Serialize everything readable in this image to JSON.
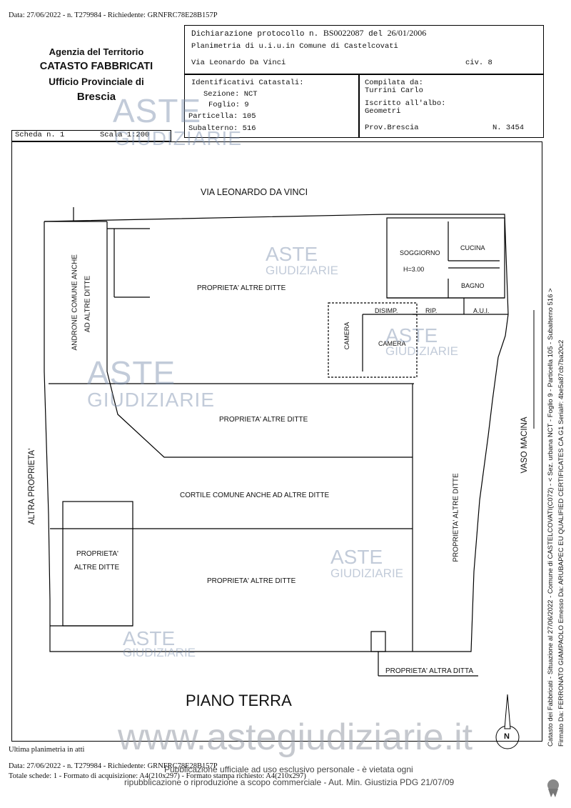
{
  "header": {
    "request_line": "Data: 27/06/2022 - n. T279984 - Richiedente: GRNFRC78E28B157P"
  },
  "agency": {
    "line1": "Agenzia del Territorio",
    "line2": "CATASTO FABBRICATI",
    "line3": "Ufficio Provinciale di",
    "line4": "Brescia"
  },
  "declaration": {
    "text": "Dichiarazione protocollo n.",
    "protocol": "BS0022087",
    "del": "del",
    "date": "26/01/2006",
    "plan": "Planimetria di u.i.u.in Comune di Castelcovati",
    "address": "Via Leonardo Da Vinci",
    "civ": "civ. 8"
  },
  "identifiers": {
    "title": "Identificativi Catastali:",
    "sezione": "Sezione: NCT",
    "foglio": "Foglio: 9",
    "particella": "Particella: 105",
    "subalterno": "Subalterno: 516"
  },
  "compiler": {
    "label": "Compilata da:",
    "name": "Turrini Carlo",
    "albo_label": "Iscritto all'albo:",
    "albo": "Geometri",
    "prov": "Prov.Brescia",
    "n": "N. 3454"
  },
  "scheda": {
    "label": "Scheda n. 1",
    "scale": "Scala 1:200"
  },
  "plan": {
    "street": "VIA LEONARDO DA VINCI",
    "androne": "ANDRONE COMUNE ANCHE",
    "androne2": "AD ALTRE DITTE",
    "prop_altre_1": "PROPRIETA' ALTRE DITTE",
    "prop_altre_2": "PROPRIETA' ALTRE DITTE",
    "cortile": "CORTILE COMUNE ANCHE AD ALTRE DITTE",
    "prop_altre_3a": "PROPRIETA'",
    "prop_altre_3b": "ALTRE DITTE",
    "prop_altre_4": "PROPRIETA' ALTRE DITTE",
    "prop_altre_right": "PROPRIETA' ALTRE DITTE",
    "prop_altra_ditta": "PROPRIETA' ALTRA DITTA",
    "altra_proprieta": "ALTRA PROPRIETA'",
    "vaso_macina": "VASO MACINA",
    "soggiorno": "SOGGIORNO",
    "h": "H=3.00",
    "cucina": "CUCINA",
    "bagno": "BAGNO",
    "disimp": "DISIMP.",
    "rip": "RIP.",
    "aui": "A.U.I.",
    "camera1": "CAMERA",
    "camera2": "CAMERA",
    "floor": "PIANO TERRA",
    "north": "N"
  },
  "watermarks": {
    "aste": "ASTE",
    "giudiziarie": "GIUDIZIARIE",
    "site": "www.astegiudiziarie.it"
  },
  "footer": {
    "last": "Ultima planimetria in atti",
    "line1": "Data: 27/06/2022 - n. T279984 - Richiedente: GRNFRC78E28B157P",
    "line2": "Totale schede: 1 - Formato di acquisizione: A4(210x297) - Formato stampa richiesto: A4(210x297)",
    "notice1": "Pubblicazione ufficiale ad uso esclusivo personale - è vietata ogni",
    "notice2": "ripubblicazione o riproduzione a scopo commerciale - Aut. Min. Giustizia PDG 21/07/09"
  },
  "side": {
    "line1": "Catasto dei Fabbricati - Situazione al 27/06/2022 - Comune di CASTELCOVATI(C072) - < Sez. urbana NCT - Foglio 9 - Particella 105 - Subalterno 516 >",
    "line2": "Firmato Da: FERRONATO GIAMPAOLO Emesso Da: ARUBAPEC EU QUALIFIED CERTIFICATES CA G1 Serial#: 4be5a87cb7ba20c2"
  }
}
